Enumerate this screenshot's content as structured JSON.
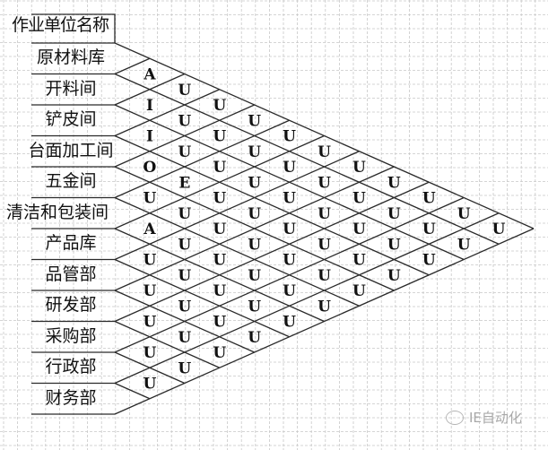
{
  "header": {
    "title": "作业单位名称"
  },
  "departments": [
    "原材料库",
    "开料间",
    "铲皮间",
    "台面加工间",
    "五金间",
    "清洁和包装间",
    "产品库",
    "品管部",
    "研发部",
    "采购部",
    "行政部",
    "财务部"
  ],
  "relationships_by_distance": [
    [
      "A",
      "I",
      "I",
      "O",
      "U",
      "A",
      "U",
      "U",
      "U",
      "U",
      "U"
    ],
    [
      "U",
      "U",
      "U",
      "E",
      "U",
      "U",
      "U",
      "U",
      "U",
      "U"
    ],
    [
      "U",
      "U",
      "U",
      "U",
      "U",
      "U",
      "U",
      "U",
      "U"
    ],
    [
      "U",
      "U",
      "U",
      "U",
      "U",
      "U",
      "U",
      "U"
    ],
    [
      "U",
      "U",
      "U",
      "U",
      "U",
      "U",
      "U"
    ],
    [
      "U",
      "U",
      "U",
      "U",
      "U",
      "U"
    ],
    [
      "U",
      "U",
      "U",
      "U",
      "U"
    ],
    [
      "U",
      "U",
      "U",
      "U"
    ],
    [
      "U",
      "U",
      "U"
    ],
    [
      "U",
      "U"
    ],
    [
      "U"
    ]
  ],
  "watermark": {
    "icon": "chat-bubble-icon",
    "text": "IE自动化"
  },
  "colors": {
    "line": "#2a2a2a",
    "grid": "#c8c8c8",
    "text": "#111111",
    "watermark": "#a8a8a8"
  }
}
